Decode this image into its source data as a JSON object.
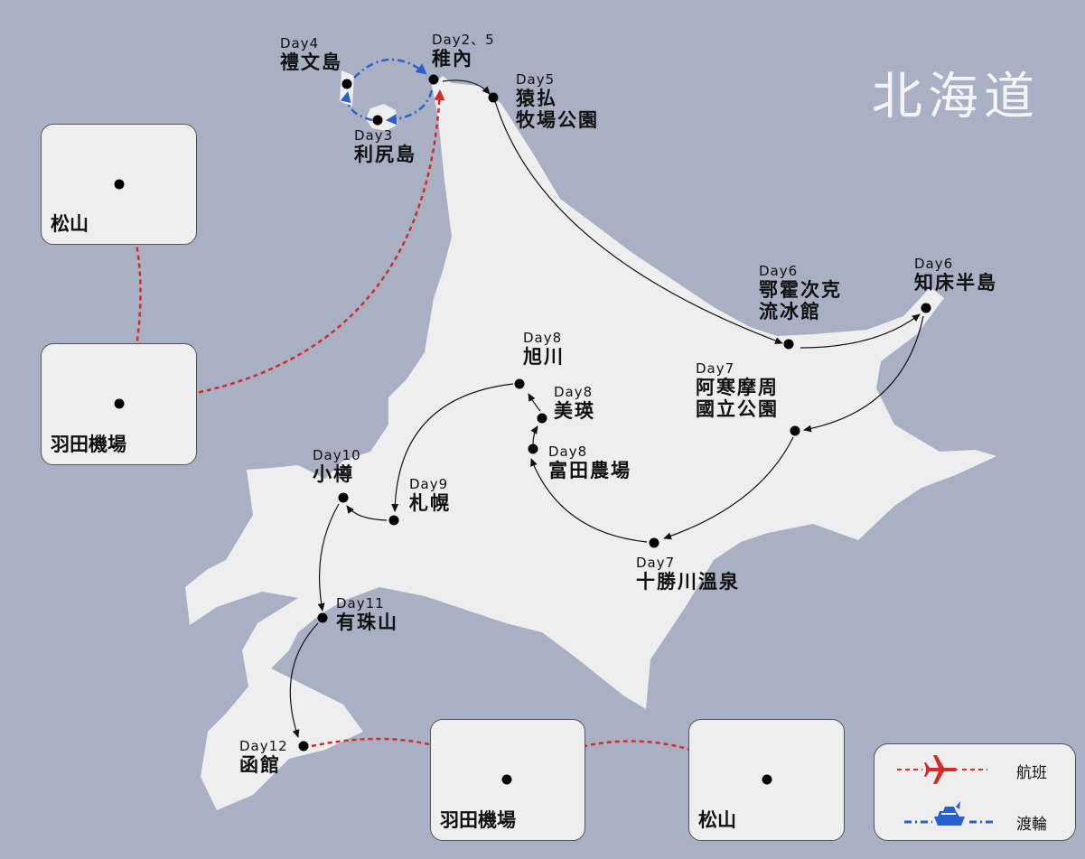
{
  "title": "北海道",
  "colors": {
    "background": "#a9b0c3",
    "land": "#eeeeee",
    "flight": "#d42a2a",
    "ferry": "#2a5fd0",
    "route": "#111111"
  },
  "boxes": {
    "matsuyama_top": "松山",
    "haneda_left": "羽田機場",
    "haneda_bottom": "羽田機場",
    "matsuyama_bottom": "松山"
  },
  "stops": [
    {
      "day": "Day4",
      "place": "禮文島"
    },
    {
      "day": "Day2、5",
      "place": "稚內"
    },
    {
      "day": "Day5",
      "place": "猿払\n牧場公園"
    },
    {
      "day": "Day3",
      "place": "利尻島"
    },
    {
      "day": "Day6",
      "place": "鄂霍次克\n流冰館"
    },
    {
      "day": "Day6",
      "place": "知床半島"
    },
    {
      "day": "Day8",
      "place": "旭川"
    },
    {
      "day": "Day8",
      "place": "美瑛"
    },
    {
      "day": "Day7",
      "place": "阿寒摩周\n國立公園"
    },
    {
      "day": "Day8",
      "place": "富田農場"
    },
    {
      "day": "Day10",
      "place": "小樽"
    },
    {
      "day": "Day9",
      "place": "札幌"
    },
    {
      "day": "Day7",
      "place": "十勝川溫泉"
    },
    {
      "day": "Day11",
      "place": "有珠山"
    },
    {
      "day": "Day12",
      "place": "函館"
    }
  ],
  "legend": {
    "flight": "航班",
    "ferry": "渡輪",
    "flight_icon": "airplane-icon",
    "ferry_icon": "ship-icon"
  }
}
